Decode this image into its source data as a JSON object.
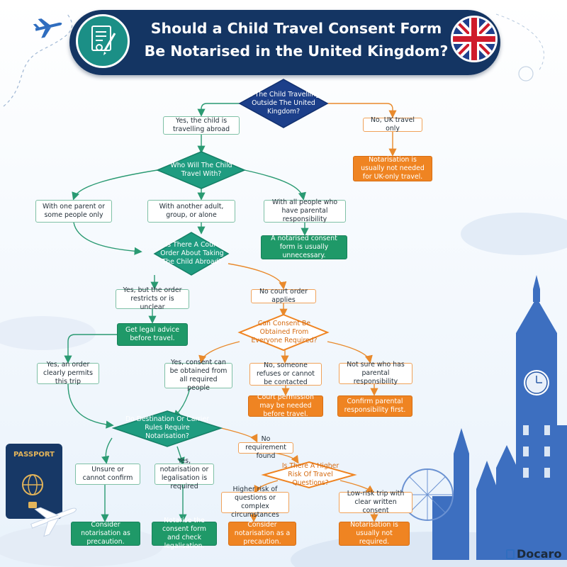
{
  "header": {
    "title_line1": "Should a Child Travel Consent Form",
    "title_line2": "Be Notarised in the United Kingdom?"
  },
  "flow": {
    "q_outside_uk": "Is The Child Travelling Outside The United Kingdom?",
    "yes_abroad": "Yes, the child is travelling abroad",
    "no_uk_only": "No, UK travel only",
    "result_uk_only": "Notarisation is usually not needed for UK-only travel.",
    "q_who_with": "Who Will The Child Travel With?",
    "opt_one_parent": "With one parent or some people only",
    "opt_other_adult": "With another adult, group, or alone",
    "opt_all_parental": "With all people who have parental responsibility",
    "result_unnecessary": "A notarised consent form is usually unnecessary.",
    "q_court_order": "Is There A Court Order About Taking The Child Abroad?",
    "yes_restricts": "Yes, but the order restricts or is unclear",
    "no_court_order": "No court order applies",
    "result_legal_advice": "Get legal advice before travel.",
    "yes_permits": "Yes, an order clearly permits this trip",
    "q_consent": "Can Consent Be Obtained From Everyone Required?",
    "yes_consent": "Yes, consent can be obtained from all required people",
    "no_refuses": "No, someone refuses or cannot be contacted",
    "not_sure": "Not sure who has parental responsibility",
    "result_court_permission": "Court permission may be needed before travel.",
    "result_confirm": "Confirm parental responsibility first.",
    "q_destination": "Do Destination Or Carrier Rules Require Notarisation?",
    "no_requirement": "No requirement found",
    "unsure": "Unsure or cannot confirm",
    "yes_required": "Yes, notarisation or legalisation is required",
    "q_higher_risk": "Is There A Higher Risk Of Travel Questions?",
    "higher_risk": "Higher risk of questions or complex circumstances",
    "low_risk": "Low-risk trip with clear written consent",
    "result_consider_1": "Consider notarisation as precaution.",
    "result_notarise": "Notarise the consent form and check legalisation.",
    "result_consider_2": "Consider notarisation as a precaution.",
    "result_not_required": "Notarisation is usually not required."
  },
  "decor": {
    "passport_label": "PASSPORT",
    "logo": "Docaro"
  },
  "colors": {
    "navy": "#143563",
    "teal": "#1b8f86",
    "green": "#1f9968",
    "orange": "#ef8422",
    "city_blue": "#3d6fc0"
  }
}
